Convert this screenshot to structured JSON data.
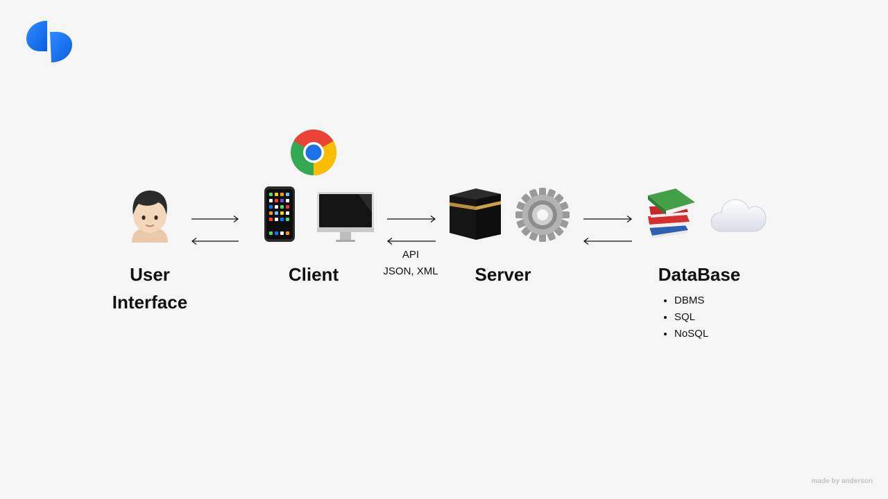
{
  "icons": {
    "logo": "brand-logo-icon",
    "user": "person-icon",
    "phone": "mobile-phone-icon",
    "desktop": "desktop-computer-icon",
    "browser": "chrome-browser-icon",
    "server_box": "kaaba-server-icon",
    "gear": "gear-icon",
    "books": "books-stack-icon",
    "cloud": "cloud-icon"
  },
  "colors": {
    "background": "#f5f5f5",
    "text": "#111111",
    "logo_blue": "#1a73f0",
    "credit": "#c4c4c4"
  },
  "nodes": {
    "user_interface": {
      "label_line1": "User",
      "label_line2": "Interface"
    },
    "client": {
      "label": "Client"
    },
    "server": {
      "label": "Server"
    },
    "database": {
      "label": "DataBase",
      "items": [
        "DBMS",
        "SQL",
        "NoSQL"
      ]
    }
  },
  "connections": {
    "client_server_note_line1": "API",
    "client_server_note_line2": "JSON, XML"
  },
  "footer": {
    "credit": "made by anderson"
  }
}
